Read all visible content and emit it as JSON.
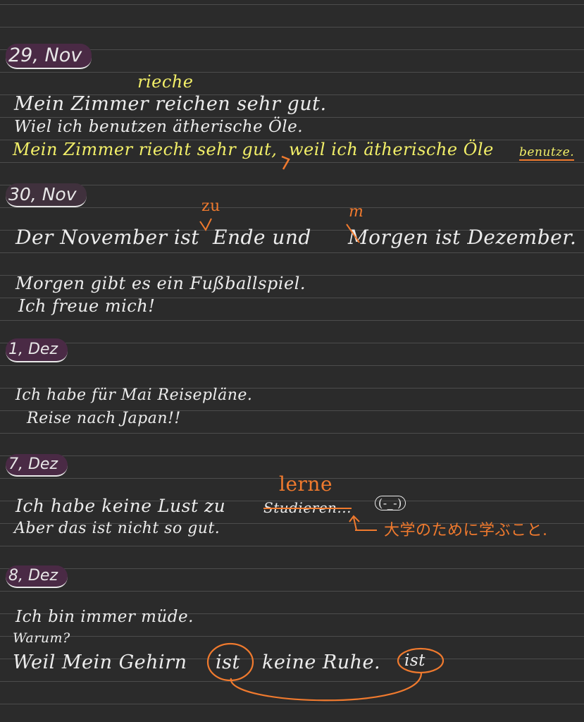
{
  "entries": [
    {
      "date": "29, Nov",
      "correction_above": "rieche",
      "lines": [
        "Mein Zimmer reichen sehr gut.",
        "Wiel ich benutzen ätherische Öle."
      ],
      "corrected": {
        "part1": "Mein Zimmer riecht sehr gut,",
        "part2": "weil ich ätherische Öle",
        "part3": "benutze."
      }
    },
    {
      "date": "30, Nov",
      "insert_zu": "zu",
      "insert_m": "m",
      "line_main": {
        "a": "Der November ist",
        "b": "Ende und",
        "c": "Morgen ist Dezember."
      },
      "lines": [
        "Morgen gibt es ein Fußballspiel.",
        "Ich freue mich!"
      ]
    },
    {
      "date": "1, Dez",
      "lines": [
        "Ich habe für Mai Reisepläne.",
        "Reise nach Japan!!"
      ]
    },
    {
      "date": "7, Dez",
      "correction_above": "lerne",
      "line1_a": "Ich habe keine Lust zu",
      "line1_struck": "Studieren...",
      "face": "(-_-)",
      "line2": "Aber das ist nicht so gut.",
      "jp_note": "大学のために学ぶこと."
    },
    {
      "date": "8, Dez",
      "lines": [
        "Ich bin immer müde.",
        "Warum?"
      ],
      "last": {
        "a": "Weil Mein Gehirn",
        "ist1": "ist",
        "b": "keine Ruhe.",
        "ist2": "ist"
      }
    }
  ],
  "colors": {
    "background": "#2b2b2b",
    "text": "#ececec",
    "yellow": "#f2ef68",
    "orange": "#f07a2e",
    "date_highlight": "#4a2a45"
  }
}
